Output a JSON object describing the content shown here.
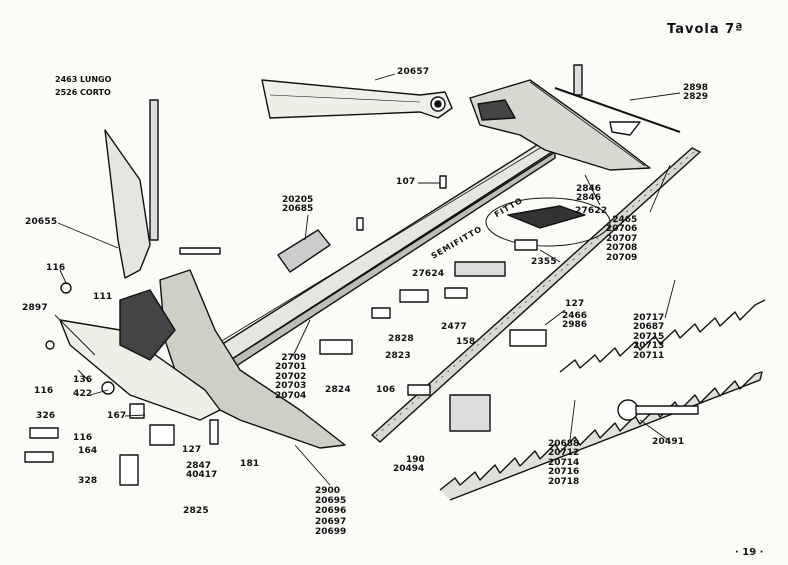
{
  "header": {
    "table_title": "Tavola 7ª",
    "page_number": "· 19 ·"
  },
  "legend": {
    "line1": "2463  LUNGO",
    "line2": "2526  CORTO"
  },
  "annotations": {
    "fitto": "FITTO",
    "semifitto": "SEMIFITTO"
  },
  "parts": {
    "p20657": "20657",
    "p2898": [
      "2898",
      "2829"
    ],
    "p20205": [
      "20205",
      "20685"
    ],
    "p20655": "20655",
    "p107": "107",
    "p2846": [
      "2846",
      "2846"
    ],
    "p27622": "27622",
    "p2465": [
      "2465",
      "20706",
      "20707",
      "20708",
      "20709"
    ],
    "p116a": "116",
    "p27624": "27624",
    "p2355": "2355",
    "p111": "111",
    "p2897": "2897",
    "p127a": "127",
    "p2466": [
      "2466",
      "2986"
    ],
    "p20717": [
      "20717",
      "20687",
      "20715",
      "20713",
      "20711"
    ],
    "p2477": "2477",
    "p158": "158",
    "p2828": "2828",
    "p2823": "2823",
    "p2709": [
      "2709",
      "20701",
      "20702",
      "20703",
      "20704"
    ],
    "p136": "136",
    "p116b": "116",
    "p422": "422",
    "p2824": "2824",
    "p106": "106",
    "p326": "326",
    "p167": "167",
    "p116c": "116",
    "p164": "164",
    "p127b": "127",
    "p2847": [
      "2847",
      "40417"
    ],
    "p181": "181",
    "p20491": "20491",
    "p20688": [
      "20688",
      "20712",
      "20714",
      "20716",
      "20718"
    ],
    "p190": [
      "190",
      "20494"
    ],
    "p328": "328",
    "p2825": "2825",
    "p2900": [
      "2900",
      "20695",
      "20696",
      "20697",
      "20699"
    ]
  }
}
